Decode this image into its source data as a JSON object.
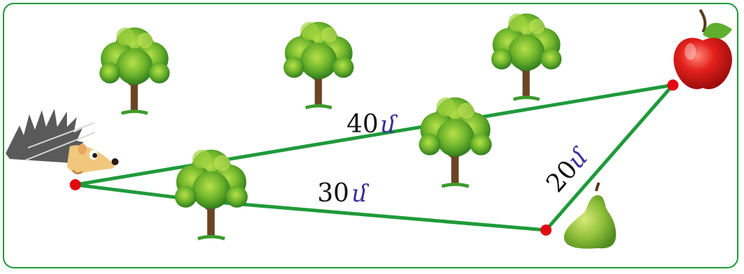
{
  "diagram": {
    "labels": {
      "top_path": {
        "number": "40",
        "unit": "մ"
      },
      "bottom_path": {
        "number": "30",
        "unit": "մ"
      },
      "right_path": {
        "number": "20",
        "unit": "մ"
      }
    },
    "colors": {
      "frame": "#1f9a3a",
      "path": "#1f9a3a",
      "point": "#e30613",
      "unit_text": "#3a2f9a",
      "number_text": "#111111"
    },
    "objects": [
      "hedgehog",
      "apple",
      "pear",
      "tree",
      "tree",
      "tree",
      "tree",
      "tree"
    ]
  }
}
